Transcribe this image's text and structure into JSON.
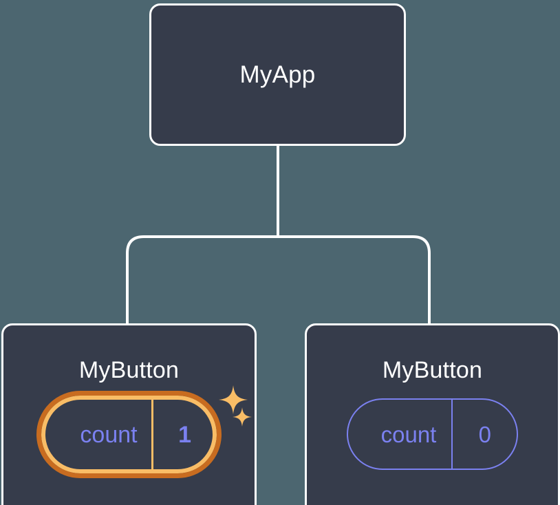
{
  "diagram": {
    "type": "component-tree",
    "title_visible": false,
    "background_color": "#4c6670",
    "node_fill": "#363c4b",
    "node_border": "#ffffff",
    "connector_color": "#ffffff",
    "state_color": "#7b81f0",
    "highlight_outer_color": "#c86c20",
    "highlight_inner_color": "#f9bd66",
    "sparkle_color": "#f9bd66"
  },
  "nodes": {
    "root": {
      "label": "MyApp"
    },
    "child_left": {
      "label": "MyButton",
      "state": {
        "key": "count",
        "value": "1",
        "highlighted": true
      }
    },
    "child_right": {
      "label": "MyButton",
      "state": {
        "key": "count",
        "value": "0",
        "highlighted": false
      }
    }
  },
  "edges": [
    {
      "from": "root",
      "to": "child_left"
    },
    {
      "from": "root",
      "to": "child_right"
    }
  ]
}
